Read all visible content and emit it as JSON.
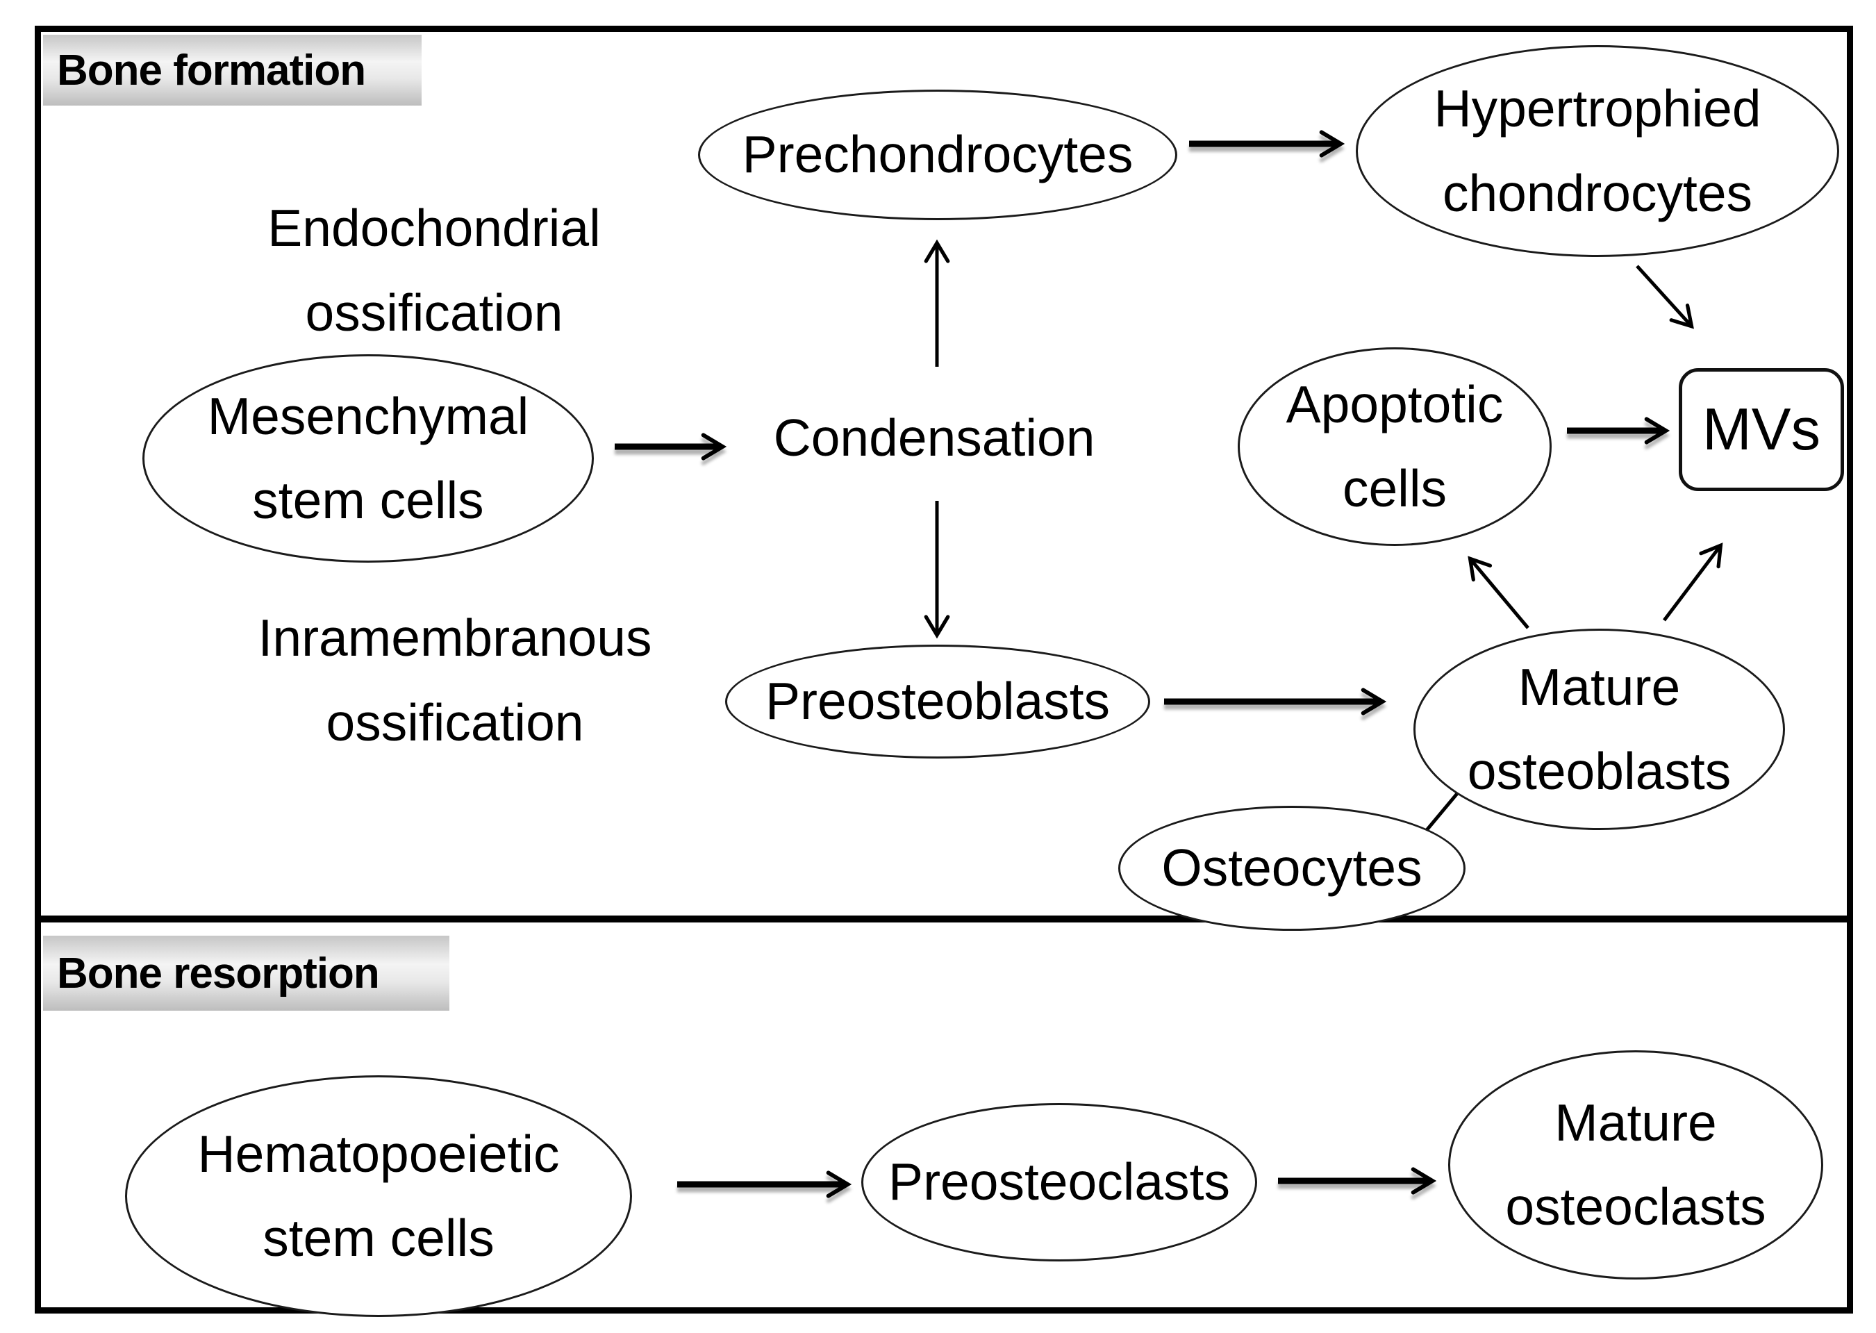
{
  "figure": {
    "colors": {
      "ink": "#000000",
      "background": "#ffffff",
      "header_gradient_top": "#c6c6c6",
      "header_gradient_mid": "#f4f4f4",
      "header_gradient_bottom": "#bdbdbd"
    },
    "sections": {
      "formation": {
        "title": "Bone formation",
        "labels": {
          "endochondrial": "Endochondrial\nossification",
          "inramembranous": "Inramembranous\nossification"
        },
        "nodes": {
          "mesenchymal": "Mesenchymal\nstem cells",
          "condensation": "Condensation",
          "prechondrocytes": "Prechondrocytes",
          "hypertrophied": "Hypertrophied\nchondrocytes",
          "apoptotic": "Apoptotic\ncells",
          "mvs": "MVs",
          "preosteoblasts": "Preosteoblasts",
          "mature_osteoblasts": "Mature\nosteoblasts",
          "osteocytes": "Osteocytes"
        },
        "edges": [
          {
            "from": "Mesenchymal stem cells",
            "to": "Condensation"
          },
          {
            "from": "Condensation",
            "to": "Prechondrocytes"
          },
          {
            "from": "Condensation",
            "to": "Preosteoblasts"
          },
          {
            "from": "Prechondrocytes",
            "to": "Hypertrophied chondrocytes"
          },
          {
            "from": "Hypertrophied chondrocytes",
            "to": "MVs"
          },
          {
            "from": "Apoptotic cells",
            "to": "MVs"
          },
          {
            "from": "Preosteoblasts",
            "to": "Mature osteoblasts"
          },
          {
            "from": "Mature osteoblasts",
            "to": "Apoptotic cells"
          },
          {
            "from": "Mature osteoblasts",
            "to": "MVs"
          },
          {
            "from": "Mature osteoblasts",
            "to": "Osteocytes"
          }
        ]
      },
      "resorption": {
        "title": "Bone resorption",
        "nodes": {
          "hematopoeietic": "Hematopoeietic\nstem cells",
          "preosteoclasts": "Preosteoclasts",
          "mature_osteoclasts": "Mature\nosteoclasts"
        },
        "edges": [
          {
            "from": "Hematopoeietic stem cells",
            "to": "Preosteoclasts"
          },
          {
            "from": "Preosteoclasts",
            "to": "Mature osteoclasts"
          }
        ]
      }
    }
  }
}
